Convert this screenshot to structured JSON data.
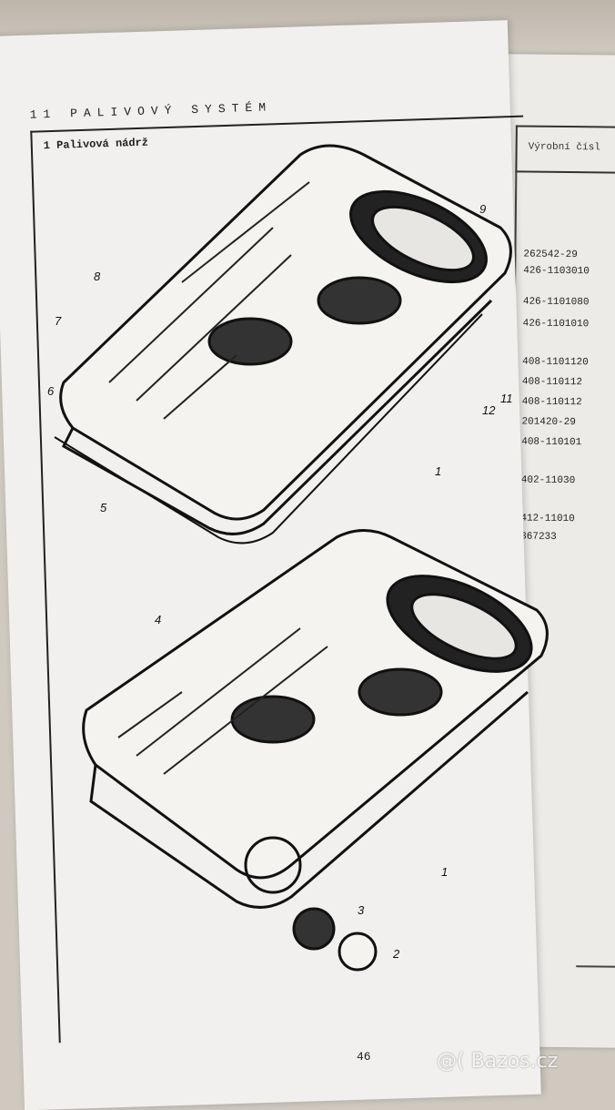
{
  "left_page": {
    "section_title": "11 PALIVOVÝ SYSTÉM",
    "subsection_title": "1 Palivová nádrž",
    "page_number": "46",
    "callouts_top": [
      "9",
      "8",
      "7",
      "6",
      "12",
      "11",
      "1",
      "5"
    ],
    "callouts_bottom": [
      "4",
      "1",
      "3",
      "2"
    ]
  },
  "right_page": {
    "column_header": "Výrobní čísl",
    "part_numbers": [
      "262542-29",
      "426-1103010",
      "426-1101080",
      "426-1101010",
      "408-1101120",
      "408-110112",
      "408-110112",
      "201420-29",
      "408-110101",
      "402-11030",
      "412-11010",
      "367233"
    ]
  },
  "watermark": "@( Bazos.cz"
}
